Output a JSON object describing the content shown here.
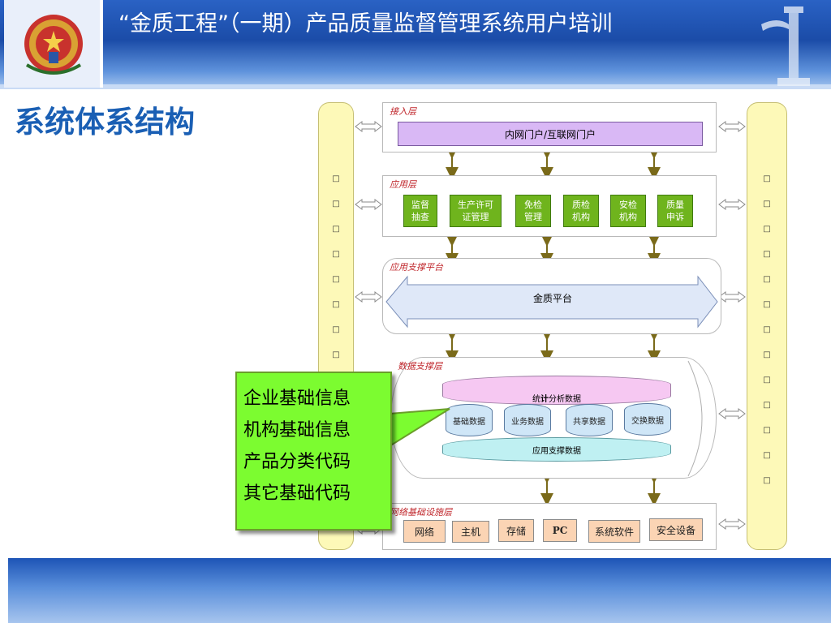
{
  "header": {
    "title": "“金质工程”（一期）产品质量监督管理系统用户培训"
  },
  "section_title": "系统体系结构",
  "diagram": {
    "sidebar_glyph": "□",
    "left_sidebar_glyph_count": 8,
    "right_sidebar_glyph_count": 13,
    "access_layer": {
      "label": "接入层",
      "portal": "内网门户/互联网门户"
    },
    "app_layer": {
      "label": "应用层",
      "modules": [
        {
          "top": "监督",
          "bottom": "抽查"
        },
        {
          "top": "生产许可",
          "bottom": "证管理"
        },
        {
          "top": "免检",
          "bottom": "管理"
        },
        {
          "top": "质检",
          "bottom": "机构"
        },
        {
          "top": "安检",
          "bottom": "机构"
        },
        {
          "top": "质量",
          "bottom": "申诉"
        }
      ]
    },
    "support_platform": {
      "label": "应用支撑平台",
      "platform": "金质平台"
    },
    "data_layer": {
      "label": "数据支撑层",
      "stat_prefix": "统",
      "stat_bold": "计",
      "stat_suffix": "分析数据",
      "dbs": [
        "基础数据",
        "业务数据",
        "共享数据",
        "交换数据"
      ],
      "app_support": "应用支撑数据"
    },
    "infra_layer": {
      "label": "网络基础设施层",
      "items": [
        "网络",
        "主机",
        "存储",
        "PC",
        "系统软件",
        "安全设备"
      ]
    }
  },
  "callout": {
    "lines": [
      "企业基础信息",
      "机构基础信息",
      "产品分类代码",
      "其它基础代码"
    ]
  },
  "colors": {
    "title_blue": "#1a5fb4",
    "layer_label_red": "#c0282d",
    "app_green": "#6fb41d",
    "callout_green": "#7cfc30",
    "portal_purple": "#d9b8f5"
  }
}
